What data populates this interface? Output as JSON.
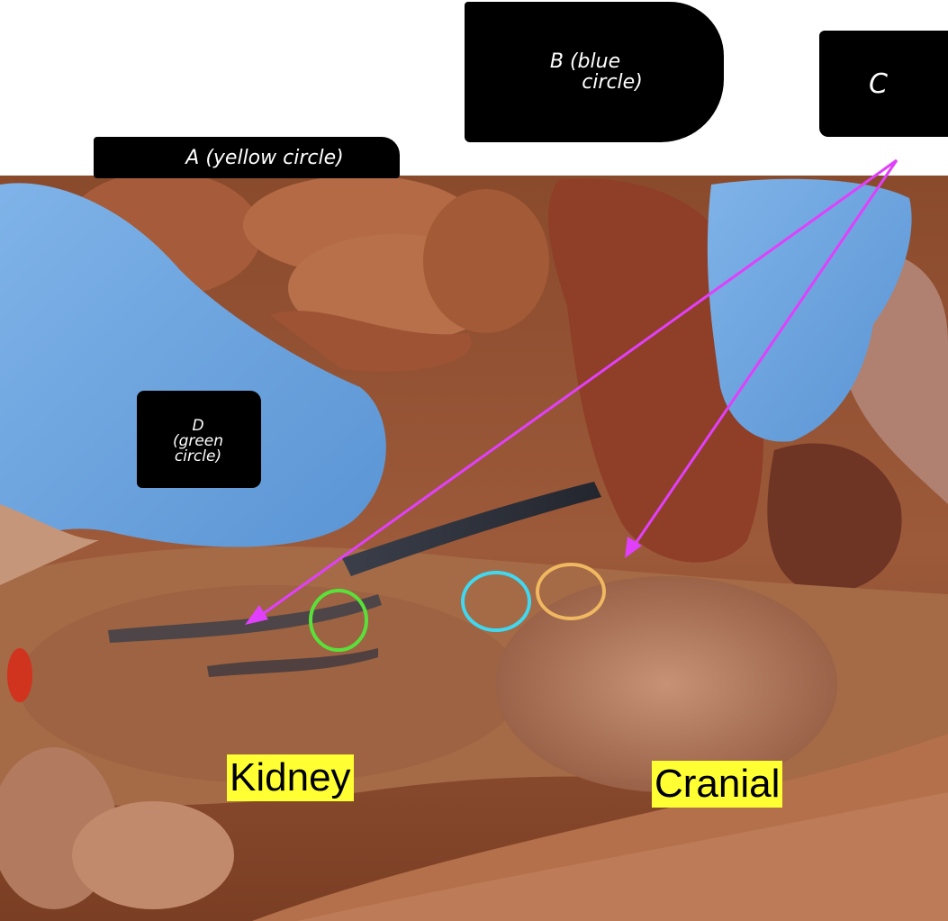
{
  "image": {
    "alt": "Dissection photograph with annotated structures near the kidney"
  },
  "labels": {
    "a": "A (yellow circle)",
    "b_line1": "B (blue",
    "b_line2": "circle)",
    "c": "C",
    "d_line1": "D",
    "d_line2": "(green",
    "d_line3": "circle)"
  },
  "orientation": {
    "left": "Kidney",
    "right": "Cranial"
  },
  "colors": {
    "circle_a": "#f0b860",
    "circle_b": "#3fd8f0",
    "circle_d": "#5ae03a",
    "arrows": "#e040fb",
    "highlight": "#ffff33"
  }
}
